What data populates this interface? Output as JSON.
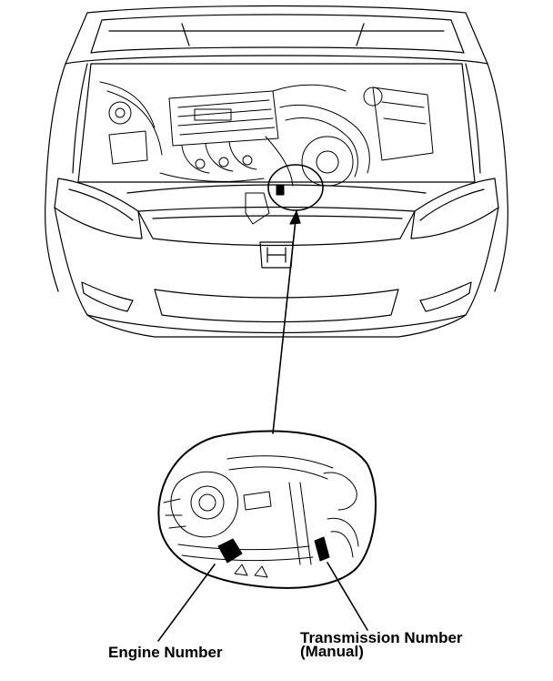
{
  "labels": {
    "engine_number": "Engine Number",
    "transmission_number": "Transmission Number",
    "transmission_qualifier": "(Manual)"
  },
  "colors": {
    "ink": "#000000",
    "paper": "#ffffff"
  }
}
